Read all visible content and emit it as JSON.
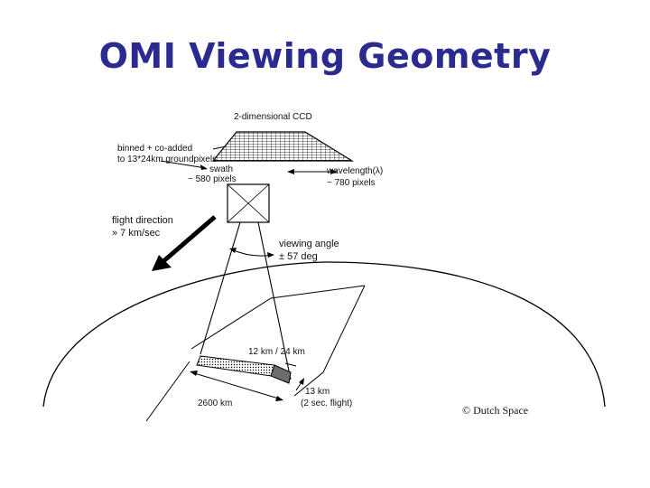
{
  "title": "OMI Viewing Geometry",
  "colors": {
    "title": "#2b2b8f",
    "ink": "#000000"
  },
  "labels": {
    "ccd": "2-dimensional CCD",
    "binned_line1": "binned + co-added",
    "binned_line2": "to 13*24km groundpixels",
    "swath_line1": "swath",
    "swath_line2": "~ 580 pixels",
    "wavelength_line1": "wavelength(λ)",
    "wavelength_line2": "~ 780  pixels",
    "flight_line1": "flight direction",
    "flight_line2": "» 7 km/sec",
    "viewing_line1": "viewing angle",
    "viewing_line2": "±  57 deg",
    "pixel_size": "12 km / 24 km",
    "along_track_line1": "13 km",
    "along_track_line2": "(2 sec. flight)",
    "swath_width": "2600 km",
    "copyright": "© Dutch Space"
  }
}
